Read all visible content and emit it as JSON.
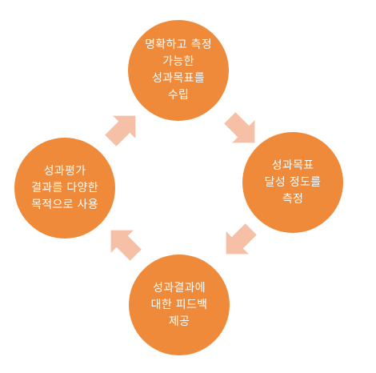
{
  "diagram": {
    "colors": {
      "node": "#ef8a3a",
      "arrow": "#f6c0a7",
      "text": "#ffffff"
    },
    "nodes": {
      "top": "명확하고 측정\n가능한\n성과목표를\n수립",
      "right": "성과목표\n달성 정도를\n측정",
      "bottom": "성과결과에\n대한 피드백\n제공",
      "left": "성과평가\n결과를 다양한\n목적으로 사용"
    }
  }
}
